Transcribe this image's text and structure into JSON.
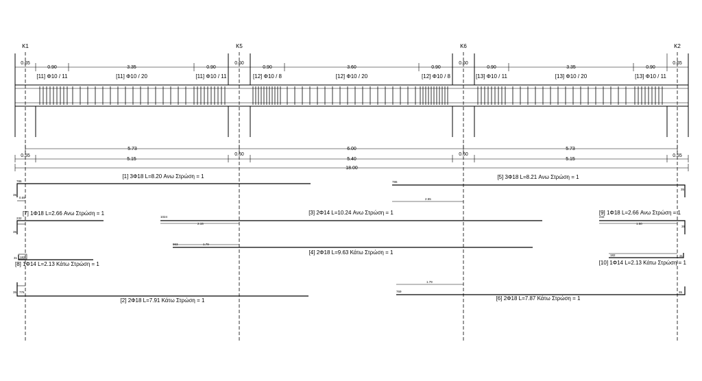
{
  "columns": [
    {
      "name": "K1",
      "width": "0.65"
    },
    {
      "name": "K5",
      "width": "0.60"
    },
    {
      "name": "K6",
      "width": "0.60"
    },
    {
      "name": "K2",
      "width": "0.65"
    }
  ],
  "spans": [
    {
      "left_zone": "0.90",
      "middle": "3.35",
      "right_zone": "0.90",
      "stirrups": [
        "[11] Φ10 / 11",
        "[11] Φ10 / 20",
        "[11] Φ10 / 11"
      ]
    },
    {
      "left_zone": "0.90",
      "middle": "3.60",
      "right_zone": "0.90",
      "stirrups": [
        "[12] Φ10 /  8",
        "[12] Φ10 / 20",
        "[12] Φ10 /  8"
      ]
    },
    {
      "left_zone": "0.90",
      "middle": "3.35",
      "right_zone": "0.90",
      "stirrups": [
        "[13] Φ10 / 11",
        "[13] Φ10 / 20",
        "[13] Φ10 / 11"
      ]
    }
  ],
  "dimensions": {
    "axis_spans": [
      "5.73",
      "6.00",
      "5.73"
    ],
    "clear": {
      "supports": [
        "0.55",
        "0.60",
        "0.60",
        "0.55"
      ],
      "spans": [
        "5.15",
        "5.40",
        "5.15"
      ]
    },
    "total": "18.00"
  },
  "bars": [
    {
      "label": "[1] 3Φ18 L=8.20 Ανω Στρώση = 1",
      "marks": [
        "786",
        "35",
        "0.55"
      ]
    },
    {
      "label": "[5] 3Φ18 L=8.21 Ανω Στρώση = 1",
      "marks": [
        "786",
        "35",
        "2.55"
      ]
    },
    {
      "label": "[7] 1Φ18 L=2.66 Ανω Στρώση = 1",
      "marks": [
        "35",
        "232"
      ]
    },
    {
      "label": "[3] 2Φ14 L=10.24 Ανω Στρώση = 1",
      "marks": [
        "1024",
        "2.15"
      ]
    },
    {
      "label": "[9] 1Φ18 L=2.66 Ανω Στρώση = 1",
      "marks": [
        "232",
        "35",
        "1.50"
      ]
    },
    {
      "label": "[4] 2Φ18 L=9.63 Κάτω Στρώση = 1",
      "marks": [
        "963",
        "1.79"
      ]
    },
    {
      "label": "[8] 1Φ14 L=2.13 Κάτω Στρώση = 1",
      "marks": [
        "31",
        "182"
      ]
    },
    {
      "label": "[10] 1Φ14 L=2.13 Κάτω Στρώση = 1",
      "marks": [
        "182",
        "31"
      ]
    },
    {
      "label": "[2] 2Φ18 L=7.91 Κάτω Στρώση = 1",
      "marks": [
        "35",
        "776"
      ]
    },
    {
      "label": "[6] 2Φ18 L=7.87 Κάτω Στρώση = 1",
      "marks": [
        "769",
        "1.79",
        "35"
      ]
    }
  ]
}
